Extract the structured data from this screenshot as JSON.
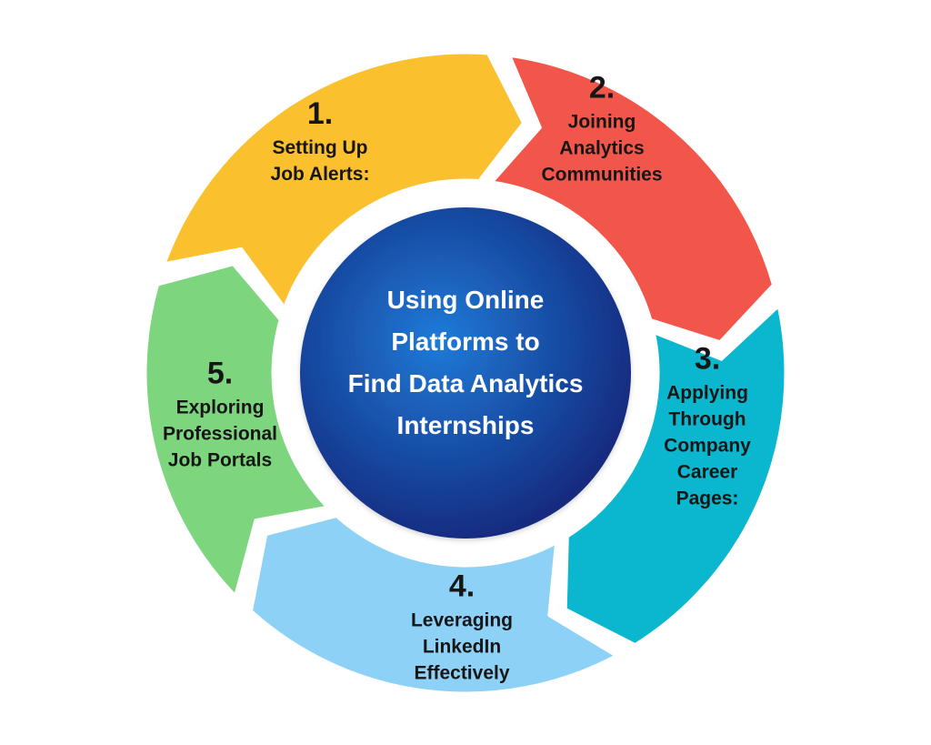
{
  "center": {
    "lines": [
      "Using Online",
      "Platforms to",
      "Find Data Analytics",
      "Internships"
    ]
  },
  "colors": {
    "step1": "#FBC02D",
    "step2": "#F2564A",
    "step3": "#0BB7CF",
    "step4": "#8DD2F6",
    "step5": "#7DD67E",
    "center_inner": "#1E7BD8",
    "center_outer": "#14267A"
  },
  "steps": [
    {
      "number": "1.",
      "lines": [
        "Setting Up",
        "Job Alerts:"
      ]
    },
    {
      "number": "2.",
      "lines": [
        "Joining",
        "Analytics",
        "Communities"
      ]
    },
    {
      "number": "3.",
      "lines": [
        "Applying",
        "Through",
        "Company",
        "Career",
        "Pages:"
      ]
    },
    {
      "number": "4.",
      "lines": [
        "Leveraging",
        "LinkedIn",
        "Effectively"
      ]
    },
    {
      "number": "5.",
      "lines": [
        "Exploring",
        "Professional",
        "Job Portals"
      ]
    }
  ]
}
